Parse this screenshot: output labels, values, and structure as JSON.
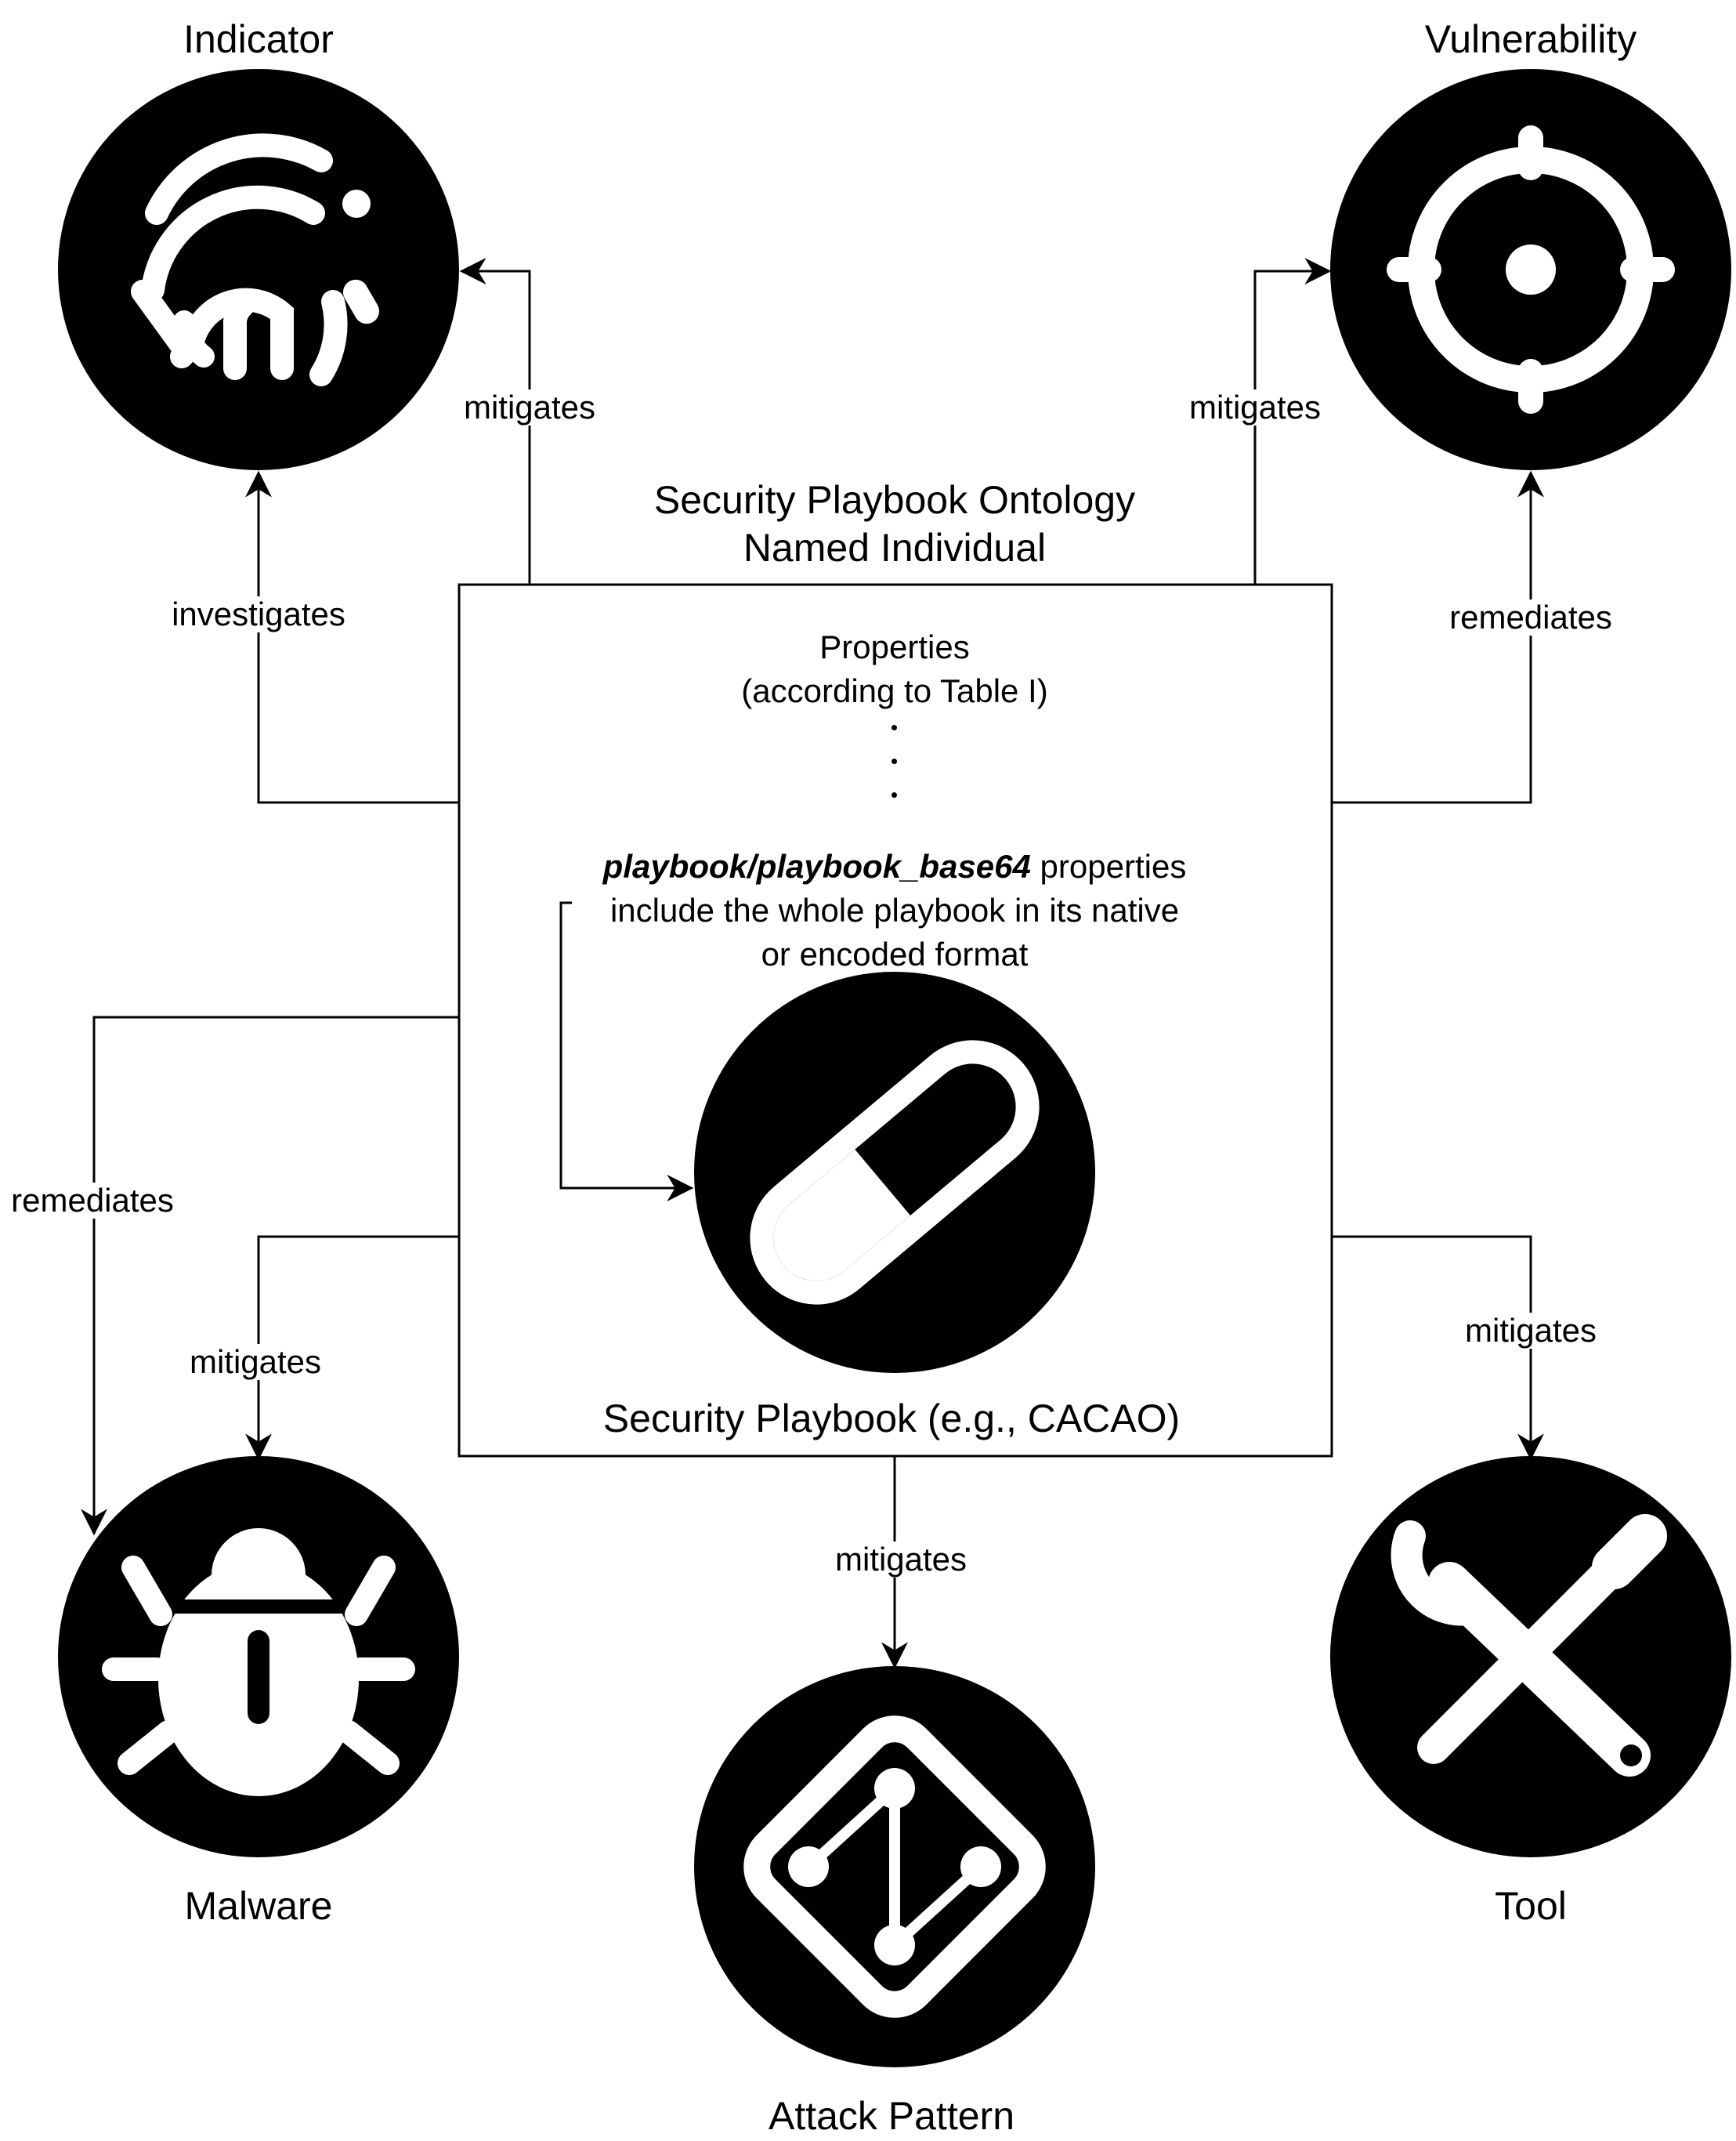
{
  "entities": {
    "indicator": {
      "label": "Indicator",
      "icon": "fingerprint-icon"
    },
    "vulnerability": {
      "label": "Vulnerability",
      "icon": "crosshair-icon"
    },
    "malware": {
      "label": "Malware",
      "icon": "bug-icon"
    },
    "tool": {
      "label": "Tool",
      "icon": "wrench-screwdriver-icon"
    },
    "attack_pattern": {
      "label": "Attack Pattern",
      "icon": "attack-path-icon"
    },
    "playbook": {
      "label": "Security Playbook (e.g., CACAO)",
      "icon": "capsule-icon"
    }
  },
  "central_box": {
    "title_line1": "Security Playbook Ontology",
    "title_line2": "Named Individual",
    "properties_line1": "Properties",
    "properties_line2": "(according to Table I)",
    "note_bold_italic": "playbook/playbook_base64",
    "note_rest_line1": " properties",
    "note_line2": "include the whole playbook in its native",
    "note_line3": "or encoded format"
  },
  "relations": {
    "indicator_mitigates": "mitigates",
    "indicator_investigates": "investigates",
    "vulnerability_mitigates": "mitigates",
    "vulnerability_remediates": "remediates",
    "malware_remediates": "remediates",
    "malware_mitigates": "mitigates",
    "tool_mitigates": "mitigates",
    "attack_pattern_mitigates": "mitigates"
  },
  "colors": {
    "icon_fill": "#000000",
    "icon_glyph": "#ffffff",
    "line": "#000000"
  }
}
